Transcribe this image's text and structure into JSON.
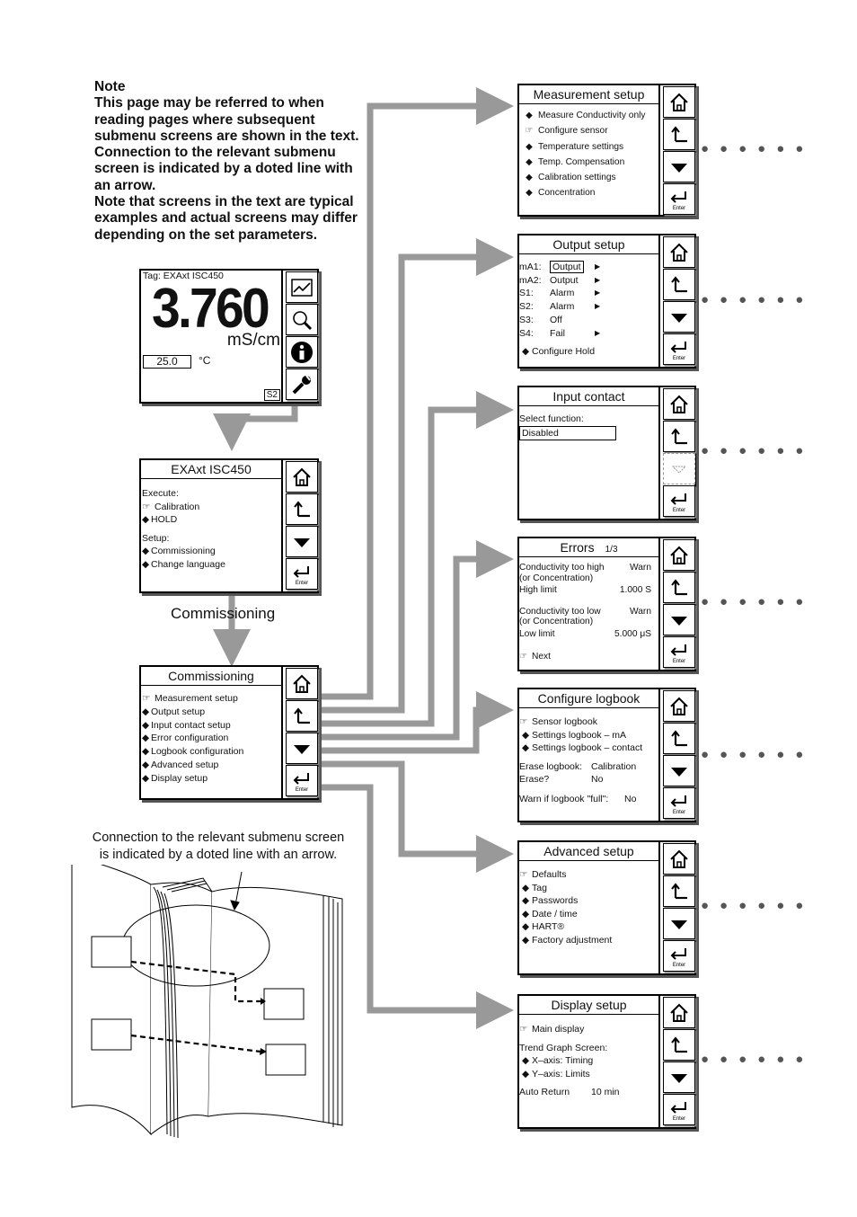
{
  "note": {
    "title": "Note",
    "text": "This page may be referred to when reading pages where subsequent submenu screens are shown in the text. Connection to the relevant submenu screen is indicated by a doted line with an arrow.\nNote that screens in the text are typical examples and actual screens may differ depending on the set parameters."
  },
  "measurement": {
    "tag": "Tag: EXAxt ISC450",
    "value": "3.760",
    "unit": "mS/cm",
    "temperature": "25.0",
    "temp_unit": "°C",
    "badge": "S2",
    "buttons": [
      "trend-icon",
      "zoom-icon",
      "info-icon",
      "wrench-icon"
    ]
  },
  "main_menu": {
    "title": "EXAxt ISC450",
    "execute_label": "Execute:",
    "execute_items": [
      "Calibration",
      "HOLD"
    ],
    "setup_label": "Setup:",
    "setup_items": [
      "Commissioning",
      "Change language"
    ]
  },
  "commissioning_label": "Commissioning",
  "commissioning": {
    "title": "Commissioning",
    "items": [
      "Measurement setup",
      "Output setup",
      "Input contact setup",
      "Error configuration",
      "Logbook configuration",
      "Advanced setup",
      "Display setup"
    ]
  },
  "book_caption": "Connection to the relevant submenu screen\n is indicated by a doted line with an arrow.",
  "enter_label": "Enter",
  "measurement_setup": {
    "title": "Measurement setup",
    "items": [
      "Measure Conductivity only",
      "Configure sensor",
      "Temperature settings",
      "Temp. Compensation",
      "Calibration settings",
      "Concentration"
    ]
  },
  "output_setup": {
    "title": "Output setup",
    "rows": [
      {
        "k": "mA1:",
        "v": "Output"
      },
      {
        "k": "mA2:",
        "v": "Output"
      },
      {
        "k": "S1:",
        "v": "Alarm"
      },
      {
        "k": "S2:",
        "v": "Alarm"
      },
      {
        "k": "S3:",
        "v": "Off"
      },
      {
        "k": "S4:",
        "v": "Fail"
      }
    ],
    "hold": "Configure Hold"
  },
  "input_contact": {
    "title": "Input contact",
    "label": "Select function:",
    "value": "Disabled"
  },
  "errors": {
    "title": "Errors",
    "page": "1/3",
    "high_label1": "Conductivity too high",
    "high_label2": "(or Concentration)",
    "high_mode": "Warn",
    "high_limit_label": "High limit",
    "high_limit": "1.000 S",
    "low_label1": "Conductivity too low",
    "low_label2": "(or Concentration)",
    "low_mode": "Warn",
    "low_limit_label": "Low limit",
    "low_limit": "5.000 μS",
    "next": "Next"
  },
  "logbook": {
    "title": "Configure logbook",
    "items": [
      "Sensor logbook",
      "Settings logbook – mA",
      "Settings logbook – contact"
    ],
    "erase_label": "Erase logbook:",
    "erase_value": "Calibration",
    "erase_q": "Erase?",
    "erase_q_value": "No",
    "warn_label": "Warn if logbook \"full\":",
    "warn_value": "No"
  },
  "advanced": {
    "title": "Advanced setup",
    "items": [
      "Defaults",
      "Tag",
      "Passwords",
      "Date / time",
      "HART®",
      "Factory adjustment"
    ]
  },
  "display": {
    "title": "Display setup",
    "main": "Main display",
    "trend_label": "Trend Graph Screen:",
    "trend_items": [
      "X–axis: Timing",
      "Y–axis: Limits"
    ],
    "auto_label": "Auto Return",
    "auto_value": "10 min"
  },
  "colors": {
    "connector": "#999999",
    "dots": "#555555"
  }
}
